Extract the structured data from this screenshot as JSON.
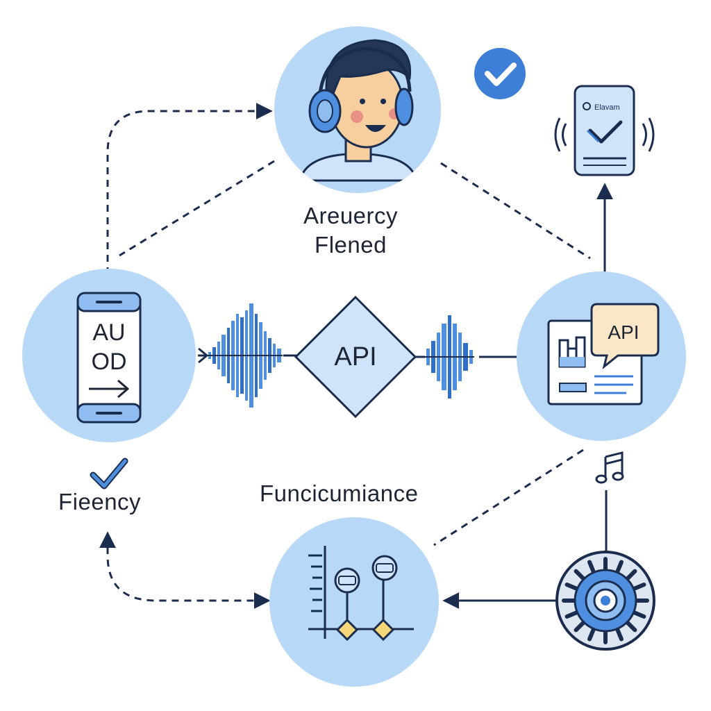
{
  "colors": {
    "node_fill": "#b8d8f8",
    "accent": "#3d7fd6",
    "dark": "#1b2d4f",
    "text": "#1d2433",
    "warm_bubble": "#fbe6c7"
  },
  "labels": {
    "top_line1": "Areuercy",
    "top_line2": "Flened",
    "left_label": "Fieency",
    "bottom_label": "Funcicumiance"
  },
  "nodes": {
    "phone_text_line1": "AU",
    "phone_text_line2": "OD",
    "api_diamond": "API",
    "api_bubble": "API",
    "device_app_name": "Elavam"
  },
  "icons": [
    "headset-user-icon",
    "check-badge-icon",
    "phone-notification-icon",
    "audio-phone-icon",
    "waveform-icon",
    "api-diamond-icon",
    "api-dashboard-icon",
    "music-note-icon",
    "speaker-icon",
    "timeline-chart-icon",
    "checkmark-icon"
  ]
}
